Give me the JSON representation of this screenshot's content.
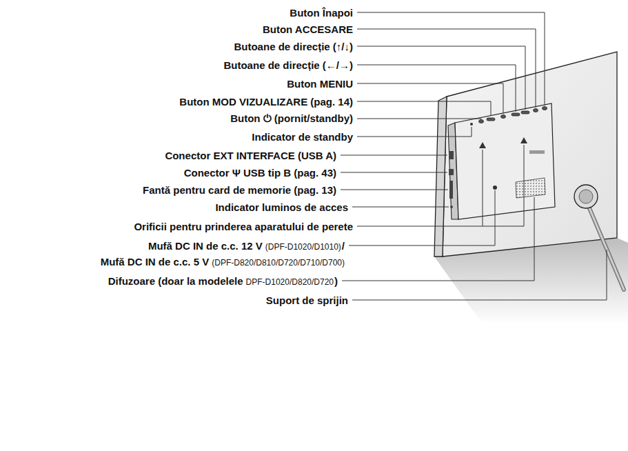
{
  "diagram": {
    "labels": [
      "Buton Înapoi",
      "Buton ACCESARE",
      "Butoane de direcție (↑/↓)",
      "Butoane de direcție (←/→)",
      "Buton MENIU",
      "Buton MOD VIZUALIZARE (pag. 14)",
      "Buton ⏻ (pornit/standby)",
      "Indicator de standby",
      "Conector EXT INTERFACE (USB A)",
      "Conector Ψ USB tip B (pag. 43)",
      "Fantă pentru card de memorie (pag. 13)",
      "Indicator luminos de acces",
      "Orificii pentru prinderea aparatului de perete",
      "Mufă DC IN de c.c. 12 V",
      "(DPF-D1020/D1010)",
      "/",
      "Mufă DC IN de c.c. 5 V",
      "(DPF-D820/D810/D720/D710/D700)",
      "Difuzoare (doar la modelele",
      "DPF-D1020/D820/D720",
      ")",
      "Suport de sprijin"
    ]
  }
}
